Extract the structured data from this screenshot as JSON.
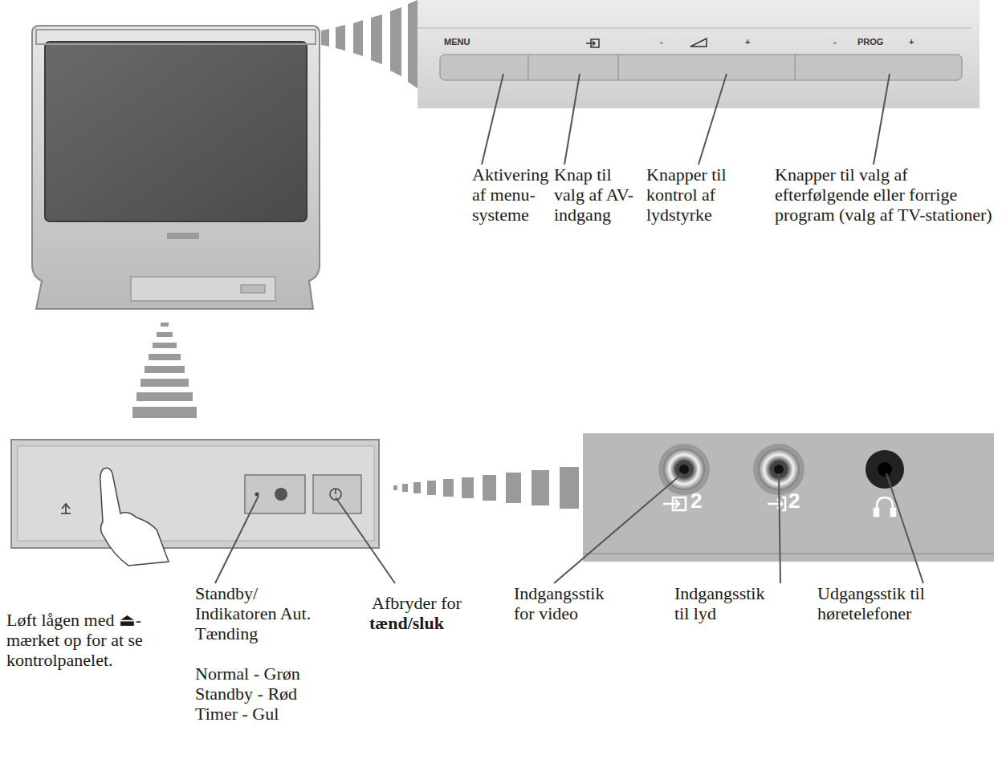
{
  "diagram": {
    "labels": [
      "MENU",
      "-",
      "+",
      "-",
      "PROG",
      "+",
      "Aktivering af menu-systeme",
      "Knap til valg af AV-indgang",
      "Knapper til kontrol af lydstyrke",
      "Knapper til valg af efterfølgende eller forrige program (valg af TV-stationer)",
      "2",
      "2",
      "Løft lågen med ⏏-mærket op for at se kontrolpanelet.",
      "Standby/ Indikatoren Aut. Tænding",
      "Normal - Grøn",
      "Standby - Rød",
      "Timer - Gul",
      "Afbryder for",
      "tænd/sluk",
      "Indgangsstik for video",
      "Indgangsstik til lyd",
      "Udgangsstik til høretelefoner"
    ]
  }
}
